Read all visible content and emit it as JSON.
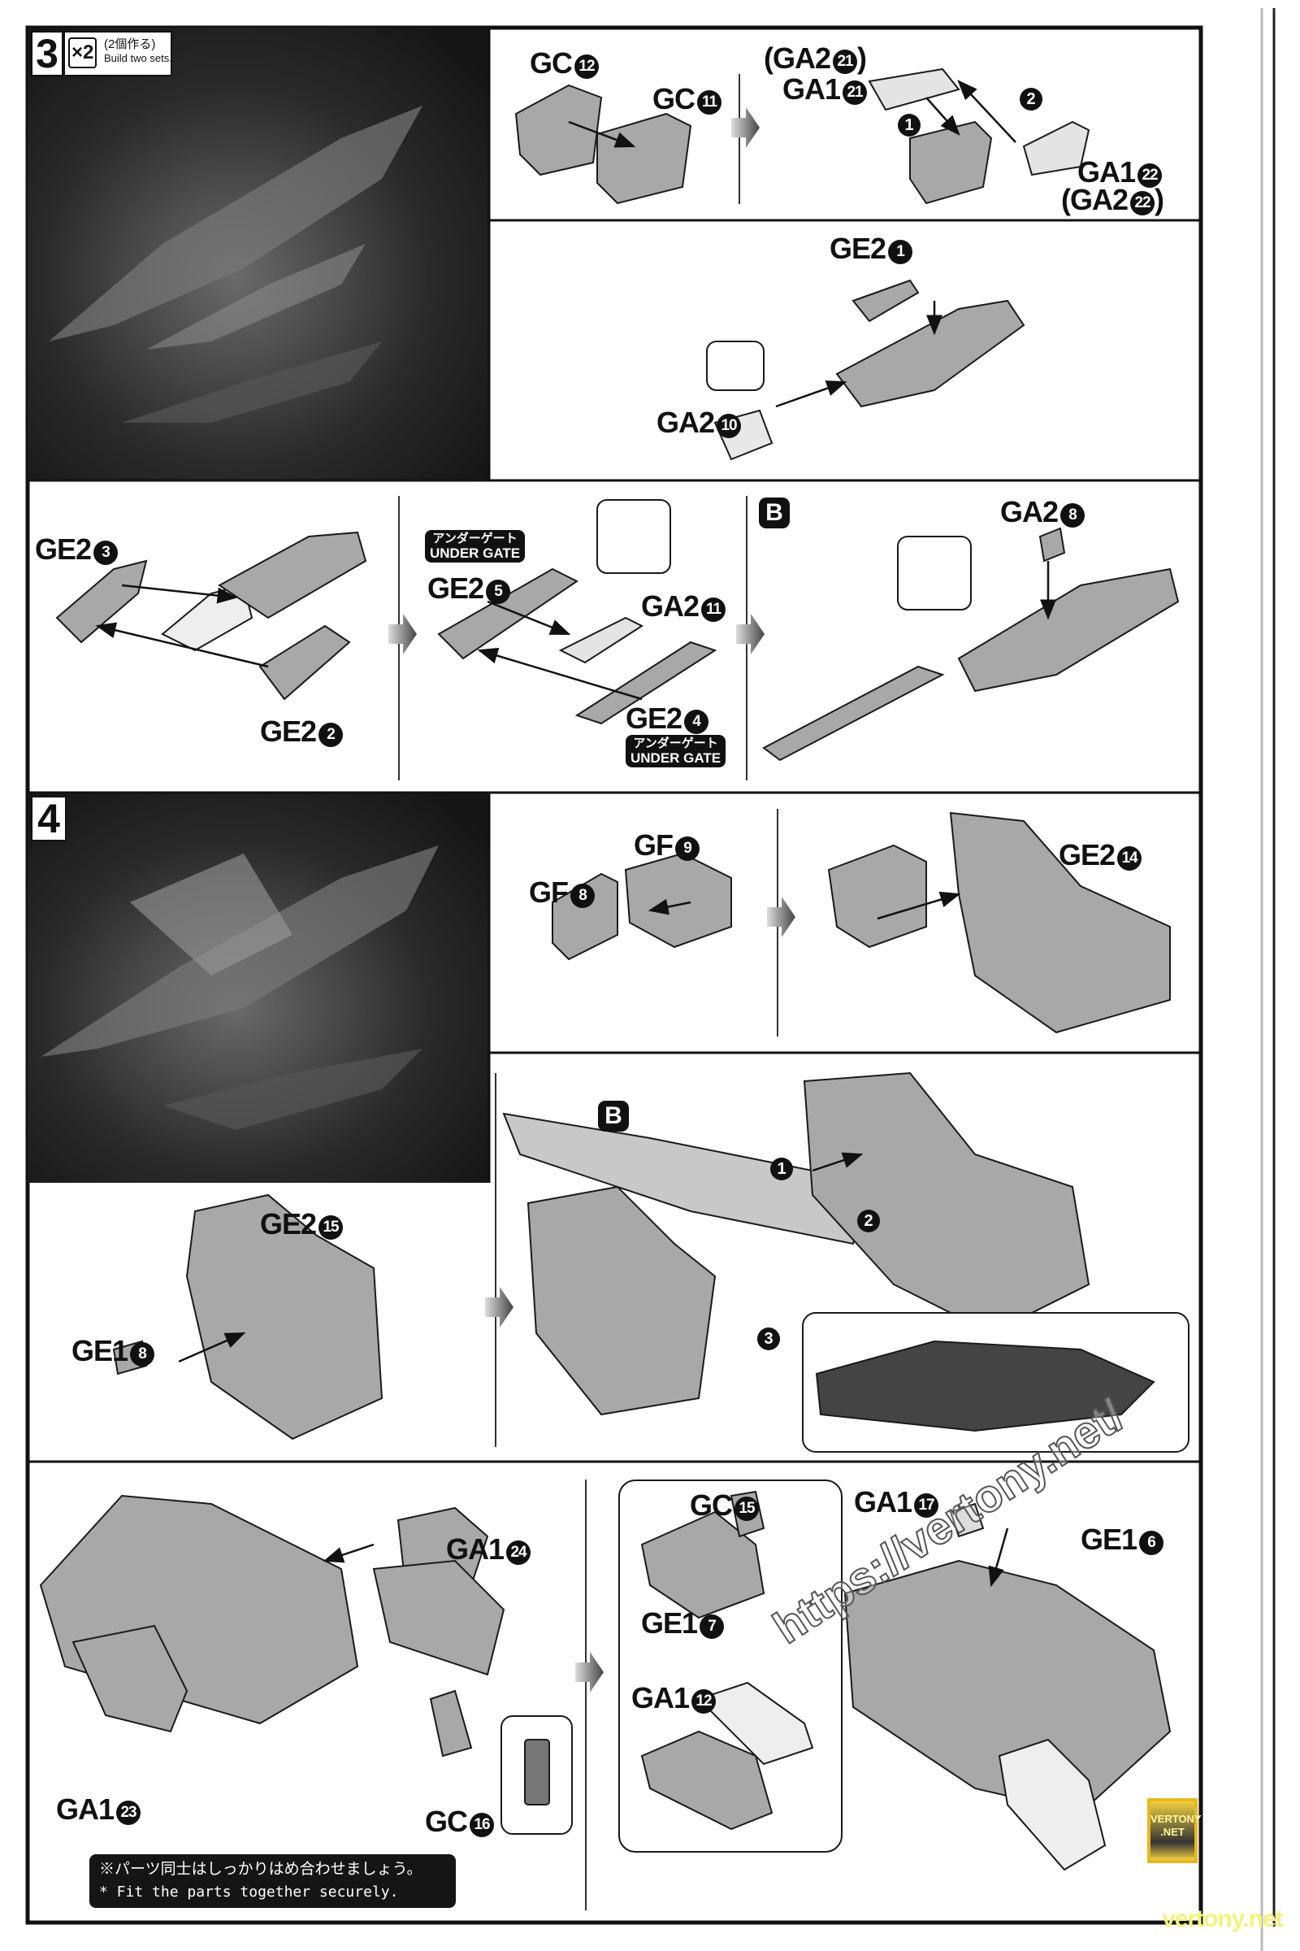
{
  "steps": [
    {
      "number": "3",
      "multiplier": "×2",
      "note_jp": "(2個作る)",
      "note_en": "Build two sets."
    },
    {
      "number": "4"
    }
  ],
  "labels": {
    "gc12": {
      "part": "GC",
      "num": "12"
    },
    "gc11": {
      "part": "GC",
      "num": "11"
    },
    "ga2_21": {
      "part": "(GA2",
      "num": "21",
      "suf": ")"
    },
    "ga1_21": {
      "part": "GA1",
      "num": "21"
    },
    "ga1_22": {
      "part": "GA1",
      "num": "22"
    },
    "ga2_22": {
      "part": "(GA2",
      "num": "22",
      "suf": ")"
    },
    "ge2_1": {
      "part": "GE2",
      "num": "1"
    },
    "ga2_10": {
      "part": "GA2",
      "num": "10"
    },
    "ge2_3": {
      "part": "GE2",
      "num": "3"
    },
    "ge2_2": {
      "part": "GE2",
      "num": "2"
    },
    "ge2_5": {
      "part": "GE2",
      "num": "5"
    },
    "ga2_11": {
      "part": "GA2",
      "num": "11"
    },
    "ge2_4": {
      "part": "GE2",
      "num": "4"
    },
    "ga2_8": {
      "part": "GA2",
      "num": "8"
    },
    "gf9": {
      "part": "GF",
      "num": "9"
    },
    "gf8": {
      "part": "GF",
      "num": "8"
    },
    "ge2_14": {
      "part": "GE2",
      "num": "14"
    },
    "ge2_15": {
      "part": "GE2",
      "num": "15"
    },
    "ge1_8": {
      "part": "GE1",
      "num": "8"
    },
    "ga1_24": {
      "part": "GA1",
      "num": "24"
    },
    "ga1_23": {
      "part": "GA1",
      "num": "23"
    },
    "gc16": {
      "part": "GC",
      "num": "16"
    },
    "gc15": {
      "part": "GC",
      "num": "15"
    },
    "ge1_7": {
      "part": "GE1",
      "num": "7"
    },
    "ga1_12": {
      "part": "GA1",
      "num": "12"
    },
    "ga1_17": {
      "part": "GA1",
      "num": "17"
    },
    "ge1_6": {
      "part": "GE1",
      "num": "6"
    }
  },
  "order": [
    "1",
    "2",
    "3"
  ],
  "under_gate": {
    "jp": "アンダーゲート",
    "en": "UNDER GATE"
  },
  "callout": "B",
  "note": {
    "jp": "※パーツ同士はしっかりはめ合わせましょう。",
    "en": "* Fit the parts together securely."
  },
  "watermark": {
    "url": "https://vertony.net/",
    "badge": "VERTONY .NET",
    "footer": "vertony.net"
  }
}
